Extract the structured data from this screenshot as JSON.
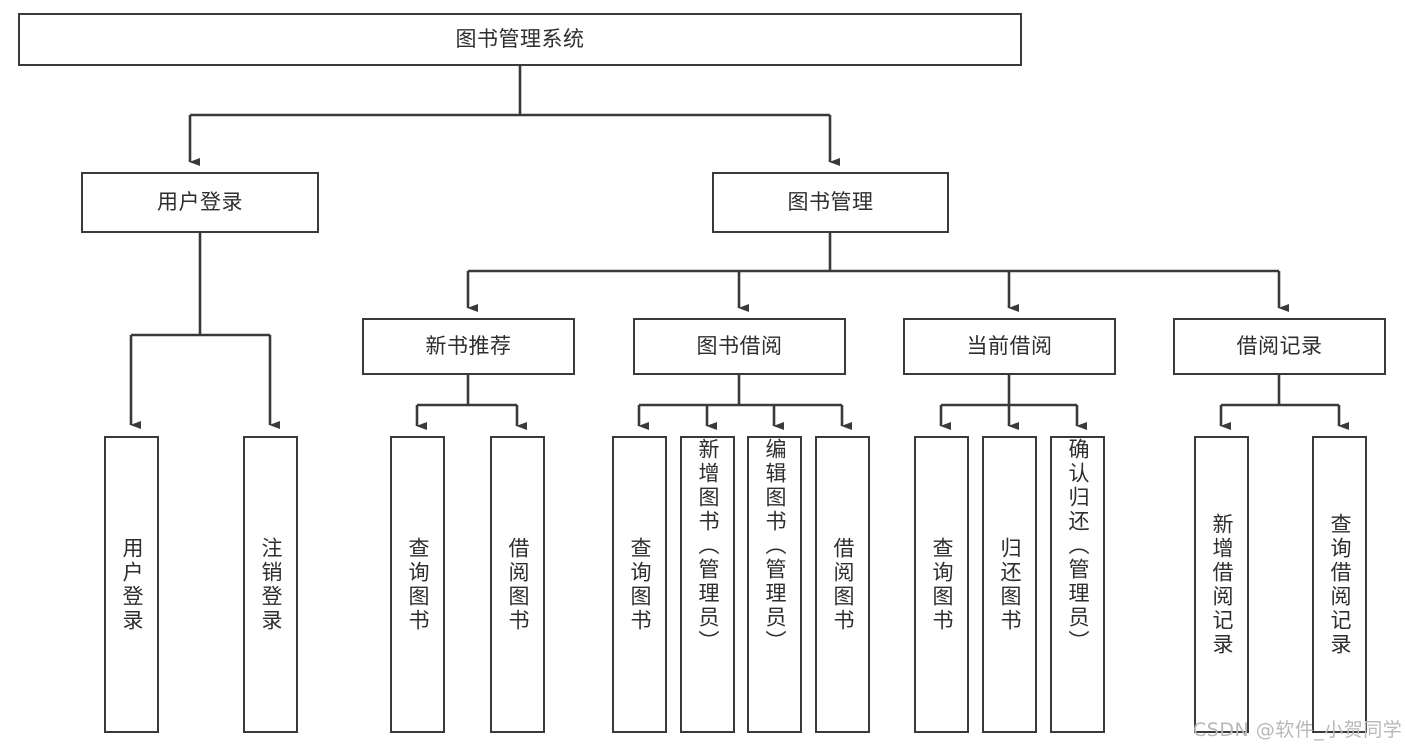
{
  "diagram": {
    "title": "图书管理系统",
    "type": "tree-hierarchy-chart",
    "orientation": "top-down",
    "colors": {
      "box_border": "#3a3a3a",
      "box_fill": "#ffffff",
      "edge": "#3a3a3a",
      "text": "#2e2e2e",
      "watermark": "#b8b8b8",
      "background": "#ffffff"
    }
  },
  "root": {
    "label": "图书管理系统"
  },
  "level1": [
    {
      "label": "用户登录"
    },
    {
      "label": "图书管理"
    }
  ],
  "level2": [
    {
      "label": "新书推荐"
    },
    {
      "label": "图书借阅"
    },
    {
      "label": "当前借阅"
    },
    {
      "label": "借阅记录"
    }
  ],
  "leaves": {
    "user_login": [
      {
        "label": "用户登录"
      },
      {
        "label": "注销登录"
      }
    ],
    "new_book_recommend": [
      {
        "label": "查询图书"
      },
      {
        "label": "借阅图书"
      }
    ],
    "book_borrow": [
      {
        "label": "查询图书"
      },
      {
        "label": "新增图书（管理员）"
      },
      {
        "label": "编辑图书（管理员）"
      },
      {
        "label": "借阅图书"
      }
    ],
    "current_borrow": [
      {
        "label": "查询图书"
      },
      {
        "label": "归还图书"
      },
      {
        "label": "确认归还（管理员）"
      }
    ],
    "borrow_record": [
      {
        "label": "新增借阅记录"
      },
      {
        "label": "查询借阅记录"
      }
    ]
  },
  "watermark": {
    "text": "CSDN @软件_小贺同学"
  }
}
